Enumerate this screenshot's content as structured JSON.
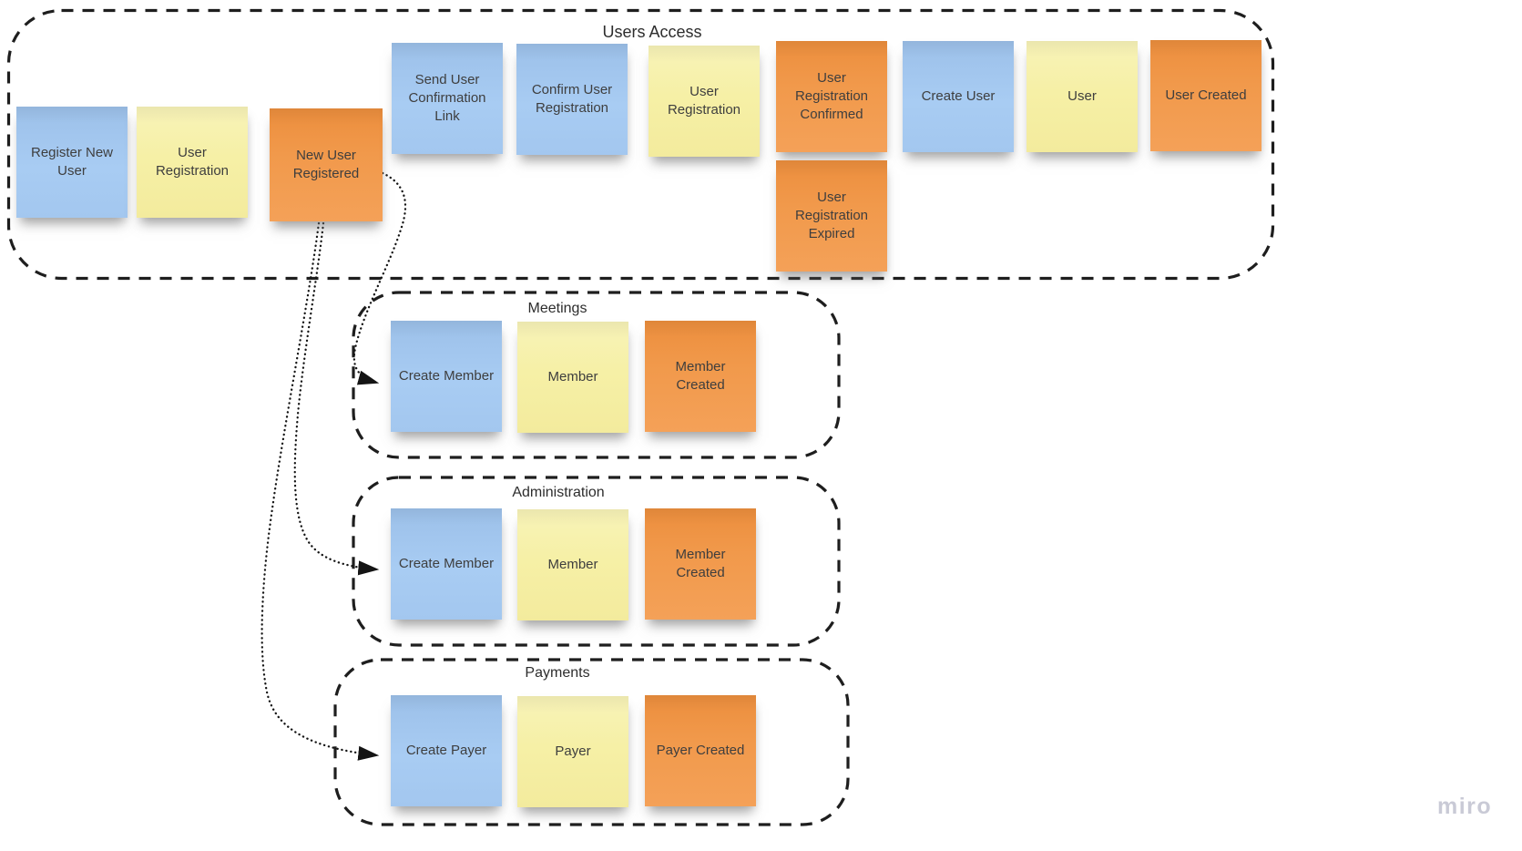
{
  "board": {
    "app": "miro",
    "watermark": "miro",
    "background_color": "#ffffff"
  },
  "palette": {
    "sticky_blue": "#a3c7ef",
    "sticky_yellow": "#f6f0a6",
    "sticky_orange": "#f0964a",
    "frame_border": "#1e1e1e",
    "sticky_text": "#3e3e3e",
    "title_text": "#2d2d2d",
    "watermark_color": "#c9cad6"
  },
  "groups": [
    {
      "title": "Users Access",
      "stickies": [
        {
          "label": "Register New User",
          "color": "blue"
        },
        {
          "label": "User Registration",
          "color": "yellow"
        },
        {
          "label": "New User Registered",
          "color": "orange"
        },
        {
          "label": "Send User Confirmation Link",
          "color": "blue"
        },
        {
          "label": "Confirm User Registration",
          "color": "blue"
        },
        {
          "label": "User Registration",
          "color": "yellow"
        },
        {
          "label": "User Registration Confirmed",
          "color": "orange"
        },
        {
          "label": "Create User",
          "color": "blue"
        },
        {
          "label": "User",
          "color": "yellow"
        },
        {
          "label": "User Created",
          "color": "orange"
        },
        {
          "label": "User Registration Expired",
          "color": "orange"
        }
      ]
    },
    {
      "title": "Meetings",
      "stickies": [
        {
          "label": "Create Member",
          "color": "blue"
        },
        {
          "label": "Member",
          "color": "yellow"
        },
        {
          "label": "Member Created",
          "color": "orange"
        }
      ]
    },
    {
      "title": "Administration",
      "stickies": [
        {
          "label": "Create Member",
          "color": "blue"
        },
        {
          "label": "Member",
          "color": "yellow"
        },
        {
          "label": "Member Created",
          "color": "orange"
        }
      ]
    },
    {
      "title": "Payments",
      "stickies": [
        {
          "label": "Create Payer",
          "color": "blue"
        },
        {
          "label": "Payer",
          "color": "yellow"
        },
        {
          "label": "Payer Created",
          "color": "orange"
        }
      ]
    }
  ],
  "connectors": [
    {
      "from": "New User Registered",
      "to": "Create Member (Meetings)",
      "style": "dotted-arrow"
    },
    {
      "from": "New User Registered",
      "to": "Create Member (Administration)",
      "style": "dotted-arrow"
    },
    {
      "from": "New User Registered",
      "to": "Create Payer (Payments)",
      "style": "dotted-arrow"
    }
  ]
}
